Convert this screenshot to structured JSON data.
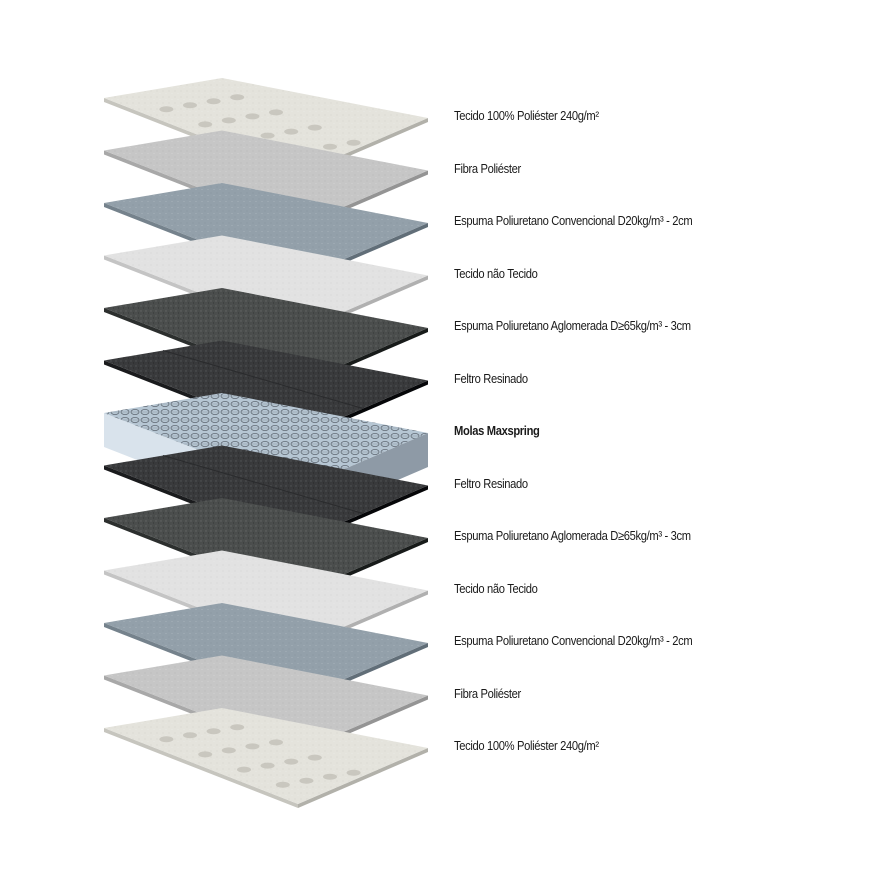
{
  "layers": [
    {
      "label": "Tecido 100% Poliéster 240g/m²",
      "material": "quilted-fabric",
      "color": "#e4e3dc",
      "bold": false
    },
    {
      "label": "Fibra Poliéster",
      "material": "polyester-fiber",
      "color": "#c6c6c6",
      "bold": false
    },
    {
      "label": "Espuma Poliuretano Convencional D20kg/m³ - 2cm",
      "material": "conventional-foam",
      "color": "#93a0aa",
      "bold": false
    },
    {
      "label": "Tecido não Tecido",
      "material": "non-woven-fabric",
      "color": "#e2e2e2",
      "bold": false
    },
    {
      "label": "Espuma Poliuretano Aglomerada D≥65kg/m³ - 3cm",
      "material": "agglomerated-foam",
      "color": "#4a4d4c",
      "bold": false
    },
    {
      "label": "Feltro Resinado",
      "material": "resin-felt",
      "color": "#38393b",
      "bold": false
    },
    {
      "label": "Molas Maxspring",
      "material": "spring-unit",
      "color": "#b6c6d3",
      "bold": true
    },
    {
      "label": "Feltro Resinado",
      "material": "resin-felt",
      "color": "#38393b",
      "bold": false
    },
    {
      "label": "Espuma Poliuretano Aglomerada D≥65kg/m³ - 3cm",
      "material": "agglomerated-foam",
      "color": "#4a4d4c",
      "bold": false
    },
    {
      "label": "Tecido não Tecido",
      "material": "non-woven-fabric",
      "color": "#e2e2e2",
      "bold": false
    },
    {
      "label": "Espuma Poliuretano Convencional D20kg/m³ - 2cm",
      "material": "conventional-foam",
      "color": "#93a0aa",
      "bold": false
    },
    {
      "label": "Fibra Poliéster",
      "material": "polyester-fiber",
      "color": "#c6c6c6",
      "bold": false
    },
    {
      "label": "Tecido 100% Poliéster 240g/m²",
      "material": "quilted-fabric",
      "color": "#e4e3dc",
      "bold": false
    }
  ]
}
